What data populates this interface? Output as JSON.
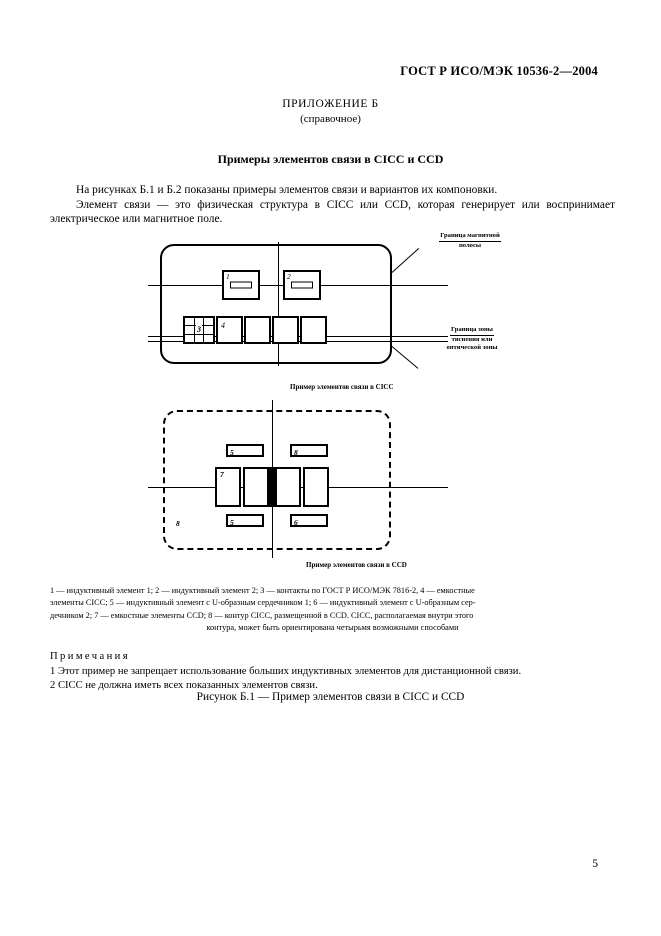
{
  "header": {
    "standard_ref": "ГОСТ Р ИСО/МЭК 10536-2—2004"
  },
  "appendix": {
    "title": "ПРИЛОЖЕНИЕ Б",
    "subtitle": "(справочное)"
  },
  "section": {
    "heading": "Примеры элементов связи в CICC и CCD"
  },
  "intro": {
    "paragraph_1": "На рисунках Б.1 и Б.2 показаны примеры элементов связи и вариантов их компоновки.",
    "paragraph_2": "Элемент связи — это физическая структура в CICC или CCD, которая генерирует или воспринимает электрическое или магнитное поле."
  },
  "figure": {
    "top_diagram": {
      "caption": "Пример элементов связи в CICC",
      "callout_magnetic_line1": "Граница магнитной",
      "callout_magnetic_line2": "полосы",
      "callout_emboss_line1": "Граница зоны",
      "callout_emboss_line2": "тиснения или",
      "callout_emboss_line3": "оптической зоны",
      "inductive_1_number": "1",
      "inductive_2_number": "2",
      "contacts_number": "3",
      "capacitive_number": "4"
    },
    "bottom_diagram": {
      "caption": "Пример элементов связи в CCD",
      "top_left_number": "5",
      "top_right_number": "8",
      "bottom_left_number": "5",
      "bottom_right_number": "6",
      "centre_number": "7",
      "outline_number": "8"
    }
  },
  "legend": {
    "line_1": "1 — индуктивный элемент 1; 2 — индуктивный элемент 2; 3 — контакты по ГОСТ Р ИСО/МЭК 7816-2, 4 — емкостные",
    "line_2": "элементы CICC; 5 — индуктивный элемент с U-образным сердечником 1; 6 — индуктивный элемент с U-образным сер-",
    "line_3": "дечником 2; 7 — емкостные элементы CCD; 8 — контур CICC, размещенной в CCD. CICC, располагаемая внутри этого",
    "line_4": "контура, может быть ориентирована четырьмя возможными способами"
  },
  "notes": {
    "title": "Примечания",
    "note_1": "1  Этот пример не запрещает использование больших индуктивных элементов для дистанционной связи.",
    "note_2": "2  CICC не должна иметь всех показанных элементов связи."
  },
  "figure_label": "Рисунок Б.1 — Пример элементов связи в CICC и CCD",
  "page_number": "5"
}
